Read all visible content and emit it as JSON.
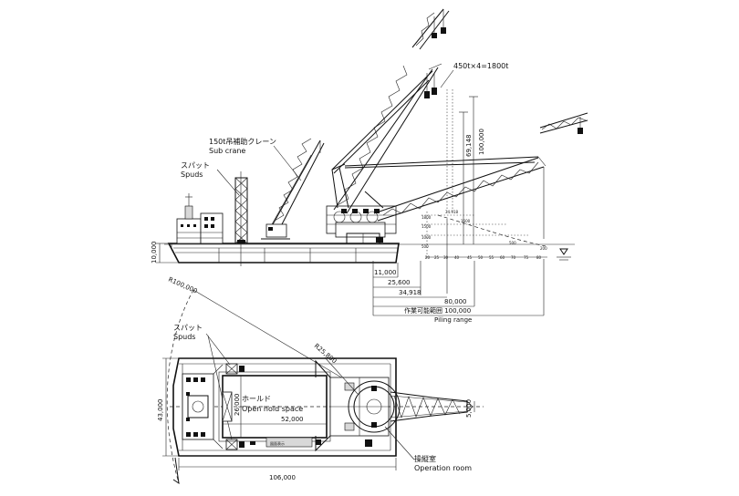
{
  "side_view": {
    "load_label": "450t×4=1800t",
    "sub_crane_jp": "150t吊補助クレーン",
    "sub_crane_en": "Sub crane",
    "spuds_jp": "スパット",
    "spuds_en": "Spuds",
    "depth_dim": "10,000",
    "height_dim_1": "100,000",
    "height_dim_2": "69,148",
    "radius_dims": [
      "11,000",
      "25,600",
      "34,918",
      "80,000"
    ],
    "piling_range_jp": "作業可能範囲 100,000",
    "piling_range_en": "Piling range"
  },
  "plan_view": {
    "radius_100": "R100,000",
    "radius_25": "R25,800",
    "spuds_jp": "スパット",
    "spuds_en": "Spuds",
    "width_dim": "43,000",
    "hold_width_dim": "26,000",
    "hold_jp": "ホールド",
    "hold_en": "Open hold space",
    "hold_length_dim": "52,000",
    "boom_width_dim": "5,000",
    "length_dim": "106,000",
    "operation_jp": "操縦室",
    "operation_en": "Operation room"
  }
}
